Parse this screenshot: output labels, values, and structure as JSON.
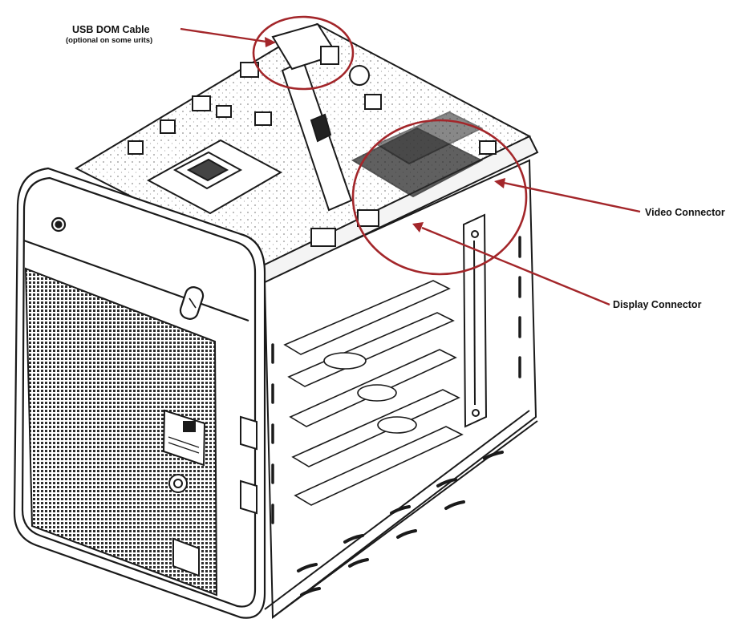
{
  "callouts": {
    "usb_dom_cable": "USB DOM Cable",
    "usb_dom_note": "(optional on some urits)",
    "video_connector": "Video Connector",
    "display_connector": "Display Connector"
  },
  "colors": {
    "annotation": "#a3262a",
    "line": "#1a1a1a",
    "grille": "#3a3a3a",
    "background": "#ffffff"
  }
}
